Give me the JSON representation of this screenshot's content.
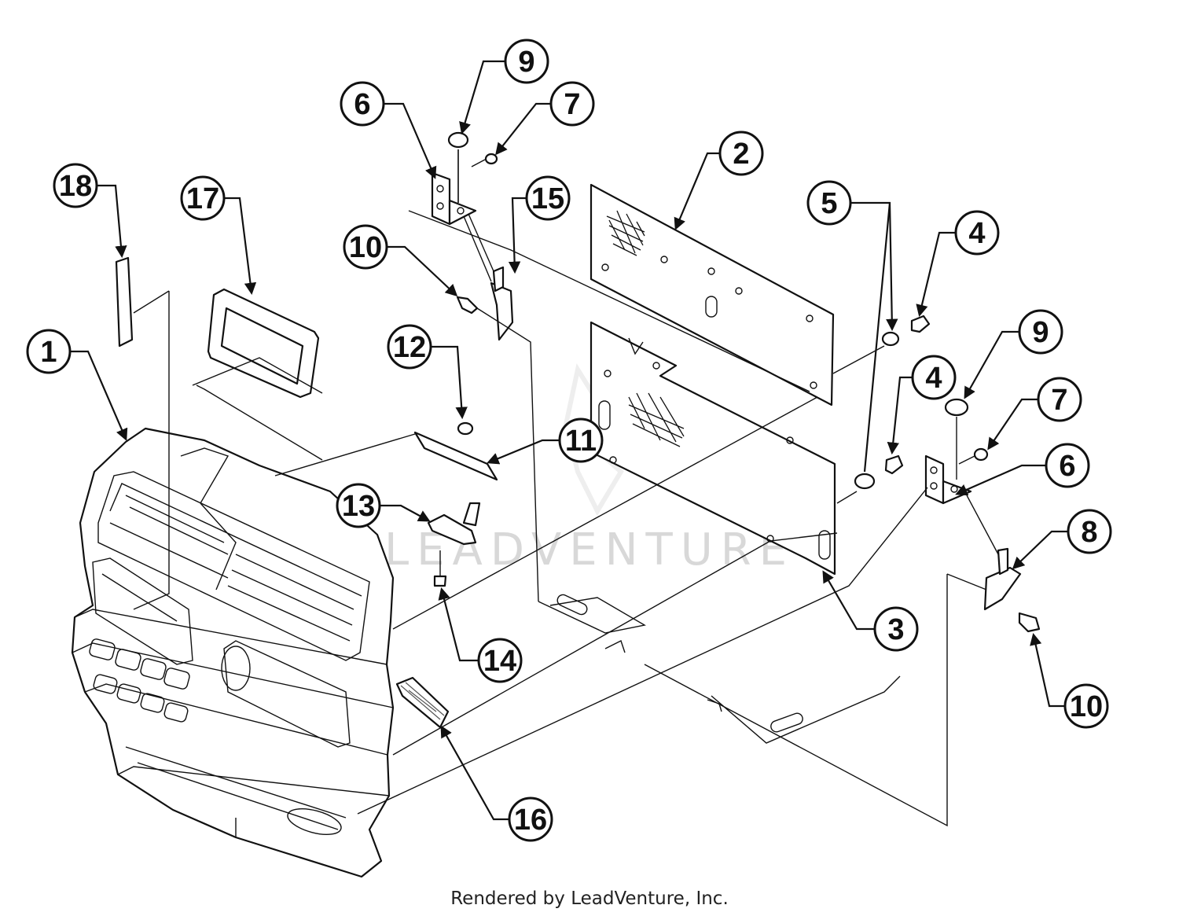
{
  "callouts": [
    {
      "id": "c1",
      "label": "1"
    },
    {
      "id": "c2",
      "label": "2"
    },
    {
      "id": "c3",
      "label": "3"
    },
    {
      "id": "c4a",
      "label": "4"
    },
    {
      "id": "c4b",
      "label": "4"
    },
    {
      "id": "c5",
      "label": "5"
    },
    {
      "id": "c6a",
      "label": "6"
    },
    {
      "id": "c6b",
      "label": "6"
    },
    {
      "id": "c7a",
      "label": "7"
    },
    {
      "id": "c7b",
      "label": "7"
    },
    {
      "id": "c8",
      "label": "8"
    },
    {
      "id": "c9a",
      "label": "9"
    },
    {
      "id": "c9b",
      "label": "9"
    },
    {
      "id": "c10a",
      "label": "10"
    },
    {
      "id": "c10b",
      "label": "10"
    },
    {
      "id": "c11",
      "label": "11"
    },
    {
      "id": "c12",
      "label": "12"
    },
    {
      "id": "c13",
      "label": "13"
    },
    {
      "id": "c14",
      "label": "14"
    },
    {
      "id": "c15",
      "label": "15"
    },
    {
      "id": "c16",
      "label": "16"
    },
    {
      "id": "c17",
      "label": "17"
    },
    {
      "id": "c18",
      "label": "18"
    }
  ],
  "watermark_text": "LEADVENTURE",
  "footer_text": "Rendered by LeadVenture, Inc."
}
